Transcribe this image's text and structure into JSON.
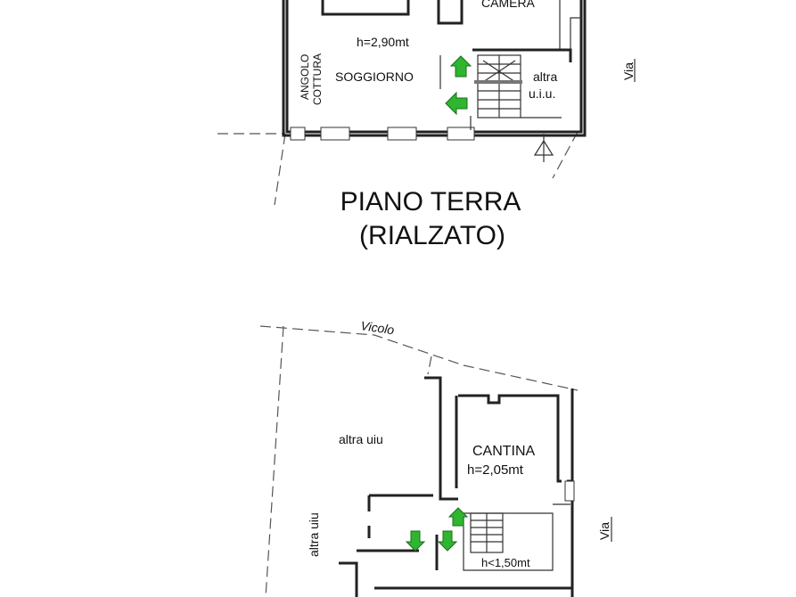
{
  "upper_plan": {
    "title_line1": "PIANO TERRA",
    "title_line2": "(RIALZATO)",
    "room_camera": "CAMERA",
    "height": "h=2,90mt",
    "room_soggiorno": "SOGGIORNO",
    "angolo_line1": "ANGOLO",
    "angolo_line2": "COTTURA",
    "altra_line1": "altra",
    "altra_line2": "u.i.u.",
    "street": "Via"
  },
  "lower_plan": {
    "vicolo": "Vicolo",
    "altra_uiu_top": "altra uiu",
    "altra_uiu_side": "altra uiu",
    "room_cantina": "CANTINA",
    "height": "h=2,05mt",
    "low_height": "h<1,50mt",
    "street": "Via"
  },
  "colors": {
    "arrow": "#2fb52f",
    "line": "#222222",
    "background": "#ffffff"
  }
}
